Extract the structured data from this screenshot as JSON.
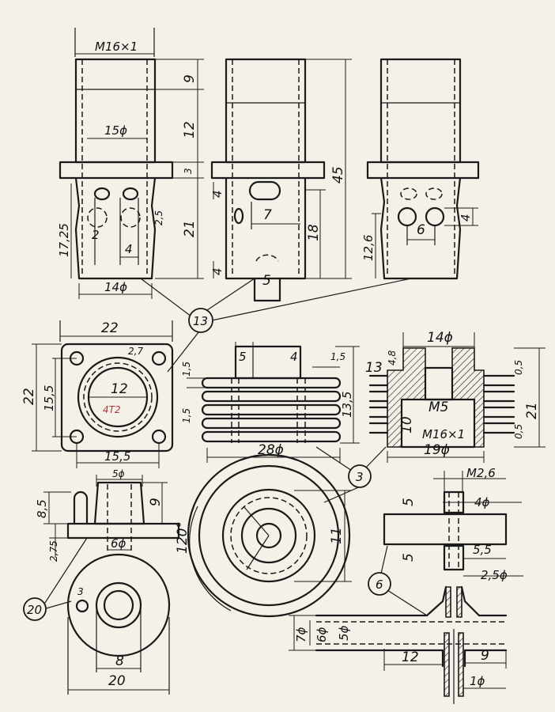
{
  "palette": {
    "paper": "#f4f1e8",
    "ink": "#1a1a1a",
    "pencil_note": "#b23a3a"
  },
  "views": {
    "front_left": {
      "thread": "M16×1",
      "d1": "9",
      "d2": "12",
      "bore": "15ϕ",
      "flange": "3",
      "height_left": "17,25",
      "body": "21",
      "hole_dia": "2",
      "hole_gap": "2,5",
      "slot": "4",
      "base_dia": "14ϕ"
    },
    "front_mid": {
      "d_top": "4",
      "slot_len": "7",
      "bore_h": "18",
      "total": "45",
      "d_bottom": "4",
      "port": "5"
    },
    "front_right": {
      "hole_gap": "6",
      "hole_h": "4",
      "body_h": "12,6"
    },
    "flange_plan": {
      "width": "22",
      "height": "22",
      "bolt_pitch": "15,5",
      "bolt_dia": "2,7",
      "bore": "12",
      "bottom_pitch": "15,5",
      "pencil_note": "4Т2"
    },
    "cylinder_finned": {
      "top_step": "5",
      "top_w": "4",
      "top_r": "1,5",
      "fin_t1": "1,5",
      "fin_t2": "1,5",
      "height": "13,5",
      "fin_dia": "28ϕ"
    },
    "cylinder_section": {
      "top_dia": "14ϕ",
      "left": "13",
      "shoulder": "4,8",
      "inner": "M5",
      "depth": "10",
      "thread": "M16×1",
      "fin_dia": "19ϕ",
      "top_gap": "0,5",
      "bottom_gap": "0,5",
      "height": "21"
    },
    "head_side": {
      "top_dia": "5ϕ",
      "height": "9",
      "side": "8,5",
      "flange_t": "2,75",
      "base": "6ϕ"
    },
    "head_plan": {
      "hole": "3",
      "pitch": "8",
      "dia": "20"
    },
    "cover_plan": {
      "angle": "120°",
      "height": "11"
    },
    "nozzle_top": {
      "thread": "M2,6",
      "h1": "5",
      "bore": "4ϕ",
      "h2": "5",
      "step": "5,5",
      "dia": "2,5ϕ"
    },
    "nozzle_section": {
      "d1": "7ϕ",
      "d2": "6ϕ",
      "d3": "5ϕ",
      "left": "12",
      "right": "9",
      "pin": "1ϕ"
    }
  },
  "balloons": {
    "b13": "13",
    "b3": "3",
    "b6": "6",
    "b20": "20"
  }
}
